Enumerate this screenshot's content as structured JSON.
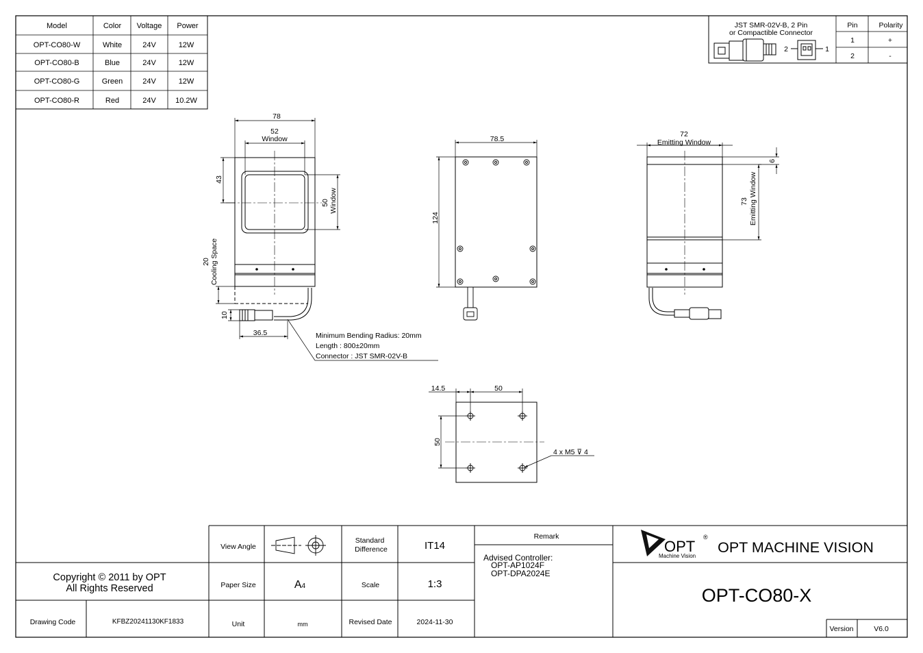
{
  "model_table": {
    "headers": [
      "Model",
      "Color",
      "Voltage",
      "Power"
    ],
    "rows": [
      [
        "OPT-CO80-W",
        "White",
        "24V",
        "12W"
      ],
      [
        "OPT-CO80-B",
        "Blue",
        "24V",
        "12W"
      ],
      [
        "OPT-CO80-G",
        "Green",
        "24V",
        "12W"
      ],
      [
        "OPT-CO80-R",
        "Red",
        "24V",
        "10.2W"
      ]
    ]
  },
  "connector_table": {
    "title_line1": "JST SMR-02V-B, 2 Pin",
    "title_line2": "or Compactible Connector",
    "pin_header": "Pin",
    "polarity_header": "Polarity",
    "rows": [
      [
        "1",
        "+"
      ],
      [
        "2",
        "-"
      ]
    ],
    "pin_label_1": "1",
    "pin_label_2": "2"
  },
  "front_view": {
    "width": "78",
    "window_width": "52",
    "window_label": "Window",
    "offset_top": "43",
    "window_height": "50",
    "window_label_v": "Window",
    "cooling_value": "20",
    "cooling_label": "Cooling Space",
    "connector_height": "10",
    "connector_offset": "36.5"
  },
  "cable_notes": [
    "Minimum Bending Radius: 20mm",
    "Length : 800±20mm",
    "Connector : JST SMR-02V-B"
  ],
  "back_view": {
    "width": "78.5",
    "height": "124"
  },
  "side_view": {
    "emit_width": "72",
    "emit_label": "Emitting Window",
    "emit_height": "73",
    "emit_label_v": "Emitting Window",
    "top_offset": "6"
  },
  "bottom_view": {
    "offset": "14.5",
    "hole_spacing_x": "50",
    "hole_spacing_y": "50",
    "hole_note": "4 x M5 ⊽ 4"
  },
  "title_block": {
    "copyright_line1": "Copyright © 2011 by OPT",
    "copyright_line2": "All Rights Reserved",
    "drawing_code_label": "Drawing Code",
    "drawing_code": "KFBZ20241130KF1833",
    "view_angle_label": "View Angle",
    "standard_diff_label_1": "Standard",
    "standard_diff_label_2": "Difference",
    "standard_diff": "IT14",
    "paper_size_label": "Paper Size",
    "paper_size_main": "A",
    "paper_size_sub": "4",
    "scale_label": "Scale",
    "scale": "1:3",
    "unit_label": "Unit",
    "unit": "mm",
    "revised_label": "Revised Date",
    "revised_date": "2024-11-30",
    "remark_label": "Remark",
    "controller_label": "Advised Controller:",
    "controllers": [
      "OPT-AP1024F",
      "OPT-DPA2024E"
    ],
    "logo_text": "OPT",
    "logo_reg": "®",
    "logo_sub": "Machine Vision",
    "company": "OPT MACHINE VISION",
    "product": "OPT-CO80-X",
    "version_label": "Version",
    "version": "V6.0"
  }
}
